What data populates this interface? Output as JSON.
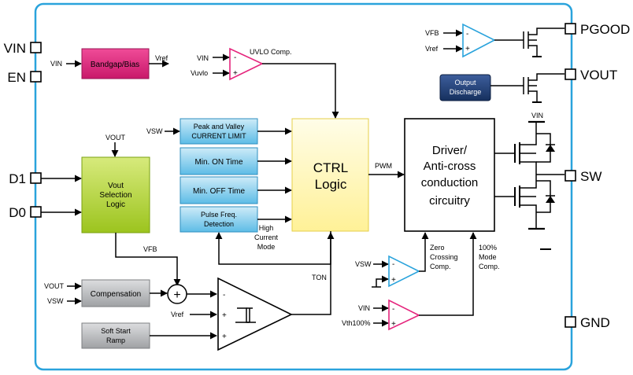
{
  "pins": {
    "vin": "VIN",
    "en": "EN",
    "d1": "D1",
    "d0": "D0",
    "pgood": "PGOOD",
    "vout": "VOUT",
    "sw": "SW",
    "gnd": "GND"
  },
  "blocks": {
    "bandgap": "Bandgap/Bias",
    "output_discharge": [
      "Output",
      "Discharge"
    ],
    "peak_valley": [
      "Peak and Valley",
      "CURRENT LIMIT"
    ],
    "min_on": "Min. ON Time",
    "min_off": "Min. OFF Time",
    "pulse_freq": [
      "Pulse Freq.",
      "Detection"
    ],
    "ctrl_logic": [
      "CTRL",
      "Logic"
    ],
    "driver": [
      "Driver/",
      "Anti-cross",
      "conduction",
      "circuitry"
    ],
    "vout_select": [
      "Vout",
      "Selection",
      "Logic"
    ],
    "compensation": "Compensation",
    "soft_start": [
      "Soft Start",
      "Ramp"
    ]
  },
  "signals": {
    "vin_bandgap": "VIN",
    "vref_bandgap": "Vref",
    "uvlo_vin": "VIN",
    "uvlo_vuvlo": "Vuvlo",
    "uvlo_title": "UVLO Comp.",
    "vfb_pg": "VFB",
    "vref_pg": "Vref",
    "vsw_cl": "VSW",
    "vout_sel_in": "VOUT",
    "vfb_out": "VFB",
    "high_current_mode": [
      "High",
      "Current",
      "Mode"
    ],
    "pwm": "PWM",
    "ton": "TON",
    "vin_top_fet": "VIN",
    "vout_comp": "VOUT",
    "vsw_comp": "VSW",
    "vref_main": "Vref",
    "zero_crossing": [
      "Zero",
      "Crossing",
      "Comp."
    ],
    "hundred_mode": [
      "100%",
      "Mode",
      "Comp."
    ],
    "vsw_zc": "VSW",
    "vin_100": "VIN",
    "vth100": "Vth100%"
  },
  "symbols": {
    "summer": "+",
    "minus": "-",
    "plus": "+"
  },
  "colors": {
    "frame": "#2aa3dc",
    "bandgap": "#e5247c",
    "current_blocks": "#6fc4ea",
    "ctrl_logic": "#fff7b0",
    "vout_select": "#b3d334",
    "gray_blocks": "#a6a8ab",
    "output_discharge": "#1f3f7a",
    "comparator_pink": "#e5247c",
    "comparator_blue": "#2aa3dc"
  }
}
